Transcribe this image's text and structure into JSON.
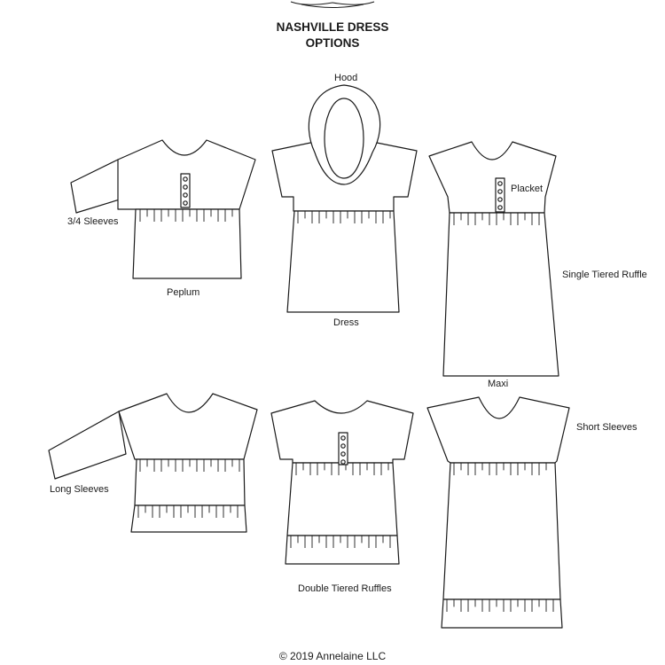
{
  "title": {
    "line1": "NASHVILLE DRESS",
    "line2": "OPTIONS"
  },
  "labels": {
    "hood": "Hood",
    "three_quarter_sleeves": "3/4 Sleeves",
    "peplum": "Peplum",
    "dress": "Dress",
    "placket": "Placket",
    "single_tiered_ruffle": "Single Tiered Ruffle",
    "maxi": "Maxi",
    "long_sleeves": "Long Sleeves",
    "double_tiered_ruffles": "Double Tiered Ruffles",
    "short_sleeves": "Short Sleeves"
  },
  "footer": {
    "copyright": "© 2019 Annelaine LLC"
  },
  "colors": {
    "line": "#1a1a1a",
    "fill": "#ffffff"
  }
}
